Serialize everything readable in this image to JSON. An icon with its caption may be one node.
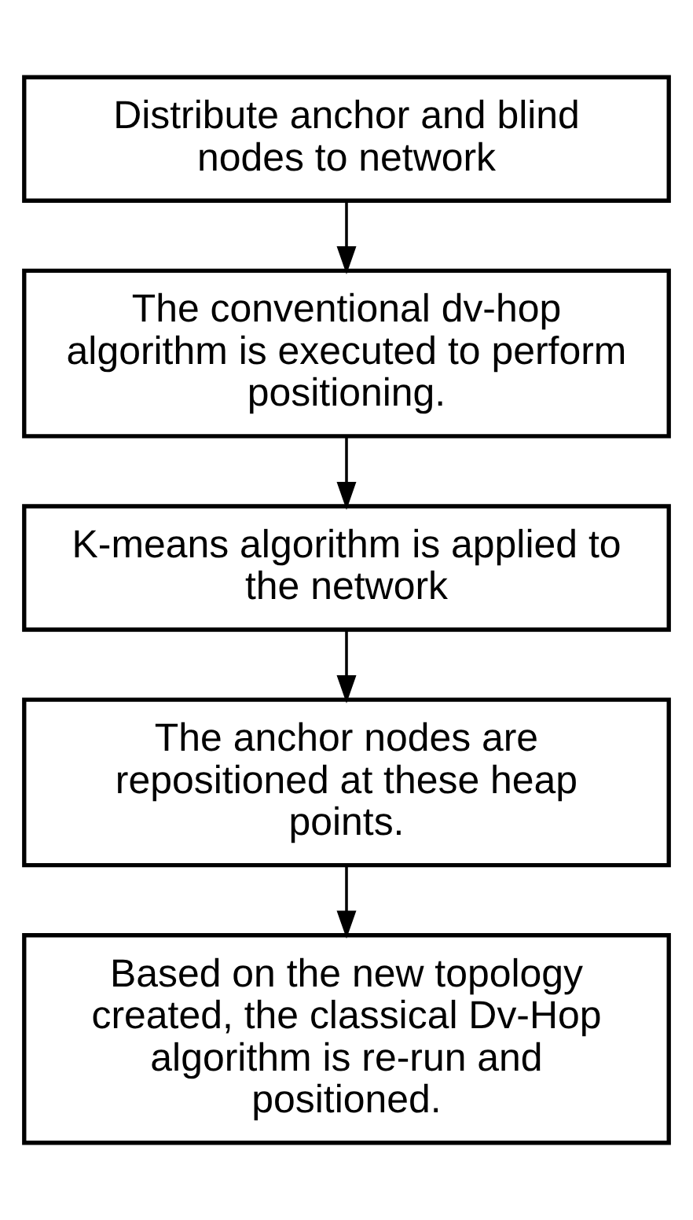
{
  "diagram": {
    "nodes": [
      {
        "text": [
          "Distribute anchor and blind nodes to network"
        ]
      },
      {
        "text": [
          "The conventional dv-hop algorithm is executed to perform positioning."
        ]
      },
      {
        "text": [
          "K-means algorithm is applied to the network"
        ]
      },
      {
        "text": [
          "The anchor nodes are repositioned at these heap points."
        ]
      },
      {
        "text": [
          "Based on the new topology created, the classical Dv-Hop algorithm is re-run and positioned."
        ]
      }
    ],
    "edges": [
      {
        "from": 0,
        "to": 1,
        "arrow": "to"
      },
      {
        "from": 1,
        "to": 2,
        "arrow": "to"
      },
      {
        "from": 2,
        "to": 3,
        "arrow": "to"
      },
      {
        "from": 3,
        "to": 4,
        "arrow": "to"
      }
    ]
  }
}
